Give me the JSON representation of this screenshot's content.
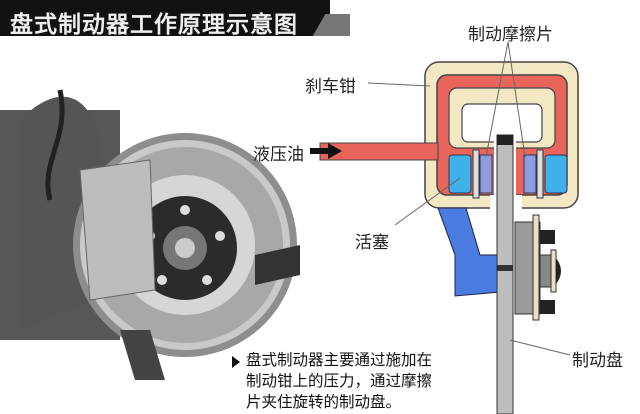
{
  "title": "盘式制动器工作原理示意图",
  "labels": {
    "pads": "制动摩擦片",
    "caliper": "刹车钳",
    "fluid": "液压油",
    "piston": "活塞",
    "disc": "制动盘"
  },
  "description": [
    "盘式制动器主要通过施加在",
    "制动钳上的压力，通过摩擦",
    "片夹住旋转的制动盘。"
  ],
  "colors": {
    "caliper_outer": "#f3e7c4",
    "caliper_fluid": "#e8655c",
    "piston": "#3fb0e8",
    "bracket": "#4a7be0",
    "disc": "#b8b8b8"
  }
}
